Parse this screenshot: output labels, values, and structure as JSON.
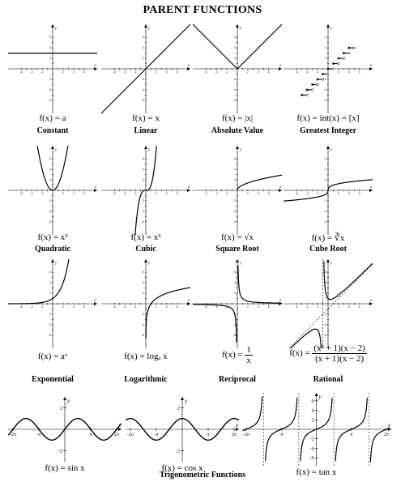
{
  "title": "PARENT FUNCTIONS",
  "functions": [
    {
      "formula": "f(x) = a",
      "name": "Constant",
      "plot": "constant"
    },
    {
      "formula": "f(x) = x",
      "name": "Linear",
      "plot": "linear"
    },
    {
      "formula": "f(x) = |x|",
      "name": "Absolute Value",
      "plot": "abs"
    },
    {
      "formula": "f(x) = int(x) = [x]",
      "name": "Greatest Integer",
      "plot": "int"
    },
    {
      "formula": "f(x) = x²",
      "name": "Quadratic",
      "plot": "quad"
    },
    {
      "formula": "f(x) = x³",
      "name": "Cubic",
      "plot": "cubic"
    },
    {
      "formula": "f(x) = √x",
      "name": "Square Root",
      "plot": "sqrt"
    },
    {
      "formula": "f(x) = ∛x",
      "name": "Cube Root",
      "plot": "cbrt"
    },
    {
      "formula": "f(x) = aˣ",
      "name": "Exponential",
      "plot": "exp"
    },
    {
      "formula": "f(x) = logₐ x",
      "name": "Logarithmic",
      "plot": "log"
    },
    {
      "formula_prefix": "f(x) =",
      "numerator": "1",
      "denominator": "x",
      "name": "Reciprocal",
      "plot": "recip"
    },
    {
      "formula_prefix": "f(x) =",
      "numerator": "(x² + 1)(x − 2)",
      "denominator": "(x + 1)(x − 2)",
      "name": "Rational",
      "plot": "rational"
    }
  ],
  "trig": [
    {
      "formula": "f(x) = sin x",
      "plot": "sin"
    },
    {
      "formula": "f(x) = cos x",
      "plot": "cos"
    },
    {
      "formula": "f(x) = tan x",
      "plot": "tan"
    }
  ],
  "trig_title": "Trigonometric Functions",
  "trig_ticks": {
    "x": [
      "-2π",
      "-π",
      "π",
      "2π"
    ],
    "y_small": [
      "2",
      "-2"
    ],
    "y_tan": [
      "6",
      "4",
      "2",
      "-2",
      "-4",
      "-6"
    ]
  }
}
